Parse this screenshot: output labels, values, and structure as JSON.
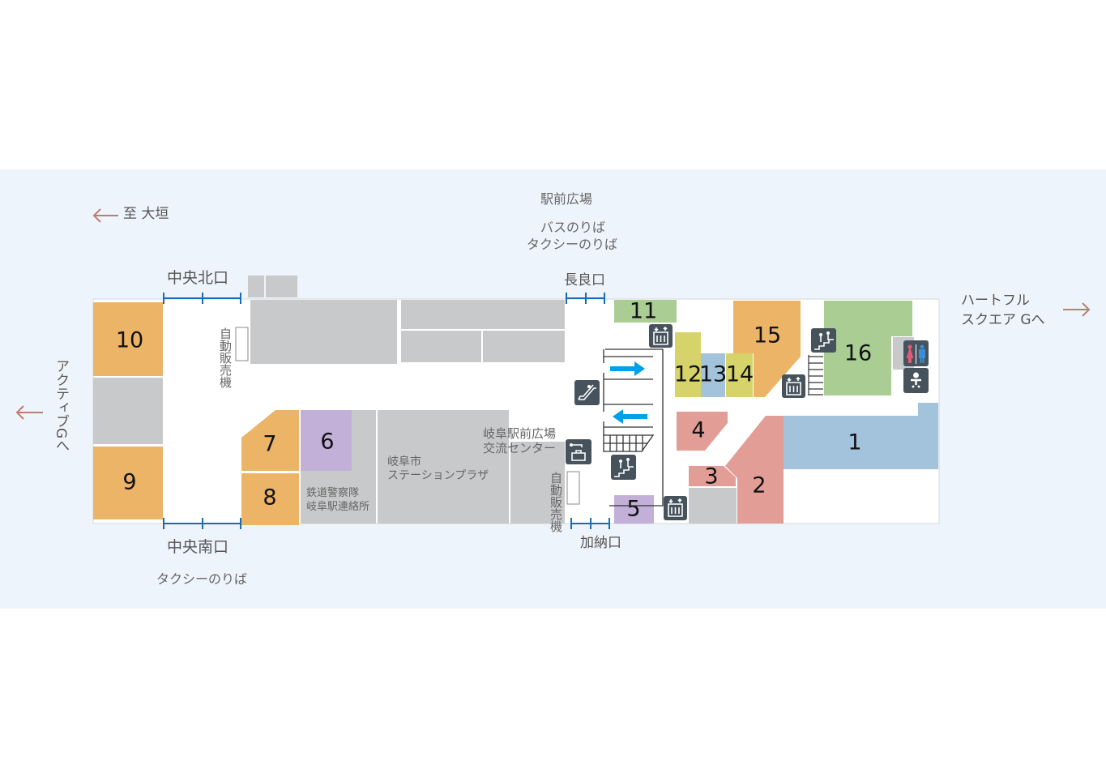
{
  "colors": {
    "background": "#eef4fb",
    "shop_orange": "#ebb466",
    "shop_purple": "#c3b0d9",
    "shop_green": "#a9cd92",
    "shop_yellow": "#d5d36a",
    "shop_blue": "#a3c2dc",
    "shop_pink": "#e29e96",
    "facility_gray": "#c8c9ca",
    "icon": "#46535d",
    "direction_arrow": "#b87f72",
    "escalator_arrow": "#00a0e9",
    "gate": "#1a6bb5"
  },
  "labels": {
    "to_ogaki": "至 大垣",
    "ekimae_plaza": "駅前広場",
    "bus_stop": "バスのりば",
    "taxi_stop_north": "タクシーのりば",
    "heartful_square_1": "ハートフル",
    "heartful_square_2": "スクエア Gへ",
    "active_g": "アクティブGへ",
    "central_north_exit": "中央北口",
    "central_south_exit": "中央南口",
    "nagara_exit": "長良口",
    "kano_exit": "加納口",
    "taxi_stop_south": "タクシーのりば",
    "vending_machine_1": "自動販売機",
    "vending_machine_2": "自動販売機",
    "railway_police_1": "鉄道警察隊",
    "railway_police_2": "岐阜駅連絡所",
    "station_plaza_1": "岐阜市",
    "station_plaza_2": "ステーションプラザ",
    "exchange_center_1": "岐阜駅前広場",
    "exchange_center_2": "交流センター"
  },
  "shops": [
    "1",
    "2",
    "3",
    "4",
    "5",
    "6",
    "7",
    "8",
    "9",
    "10",
    "11",
    "12",
    "13",
    "14",
    "15",
    "16"
  ],
  "icons": [
    "elevator-icon",
    "escalator-icon",
    "stairs-icon",
    "coin-locker-icon",
    "restroom-icon",
    "baby-care-icon",
    "arrow-left-icon",
    "arrow-right-icon"
  ]
}
